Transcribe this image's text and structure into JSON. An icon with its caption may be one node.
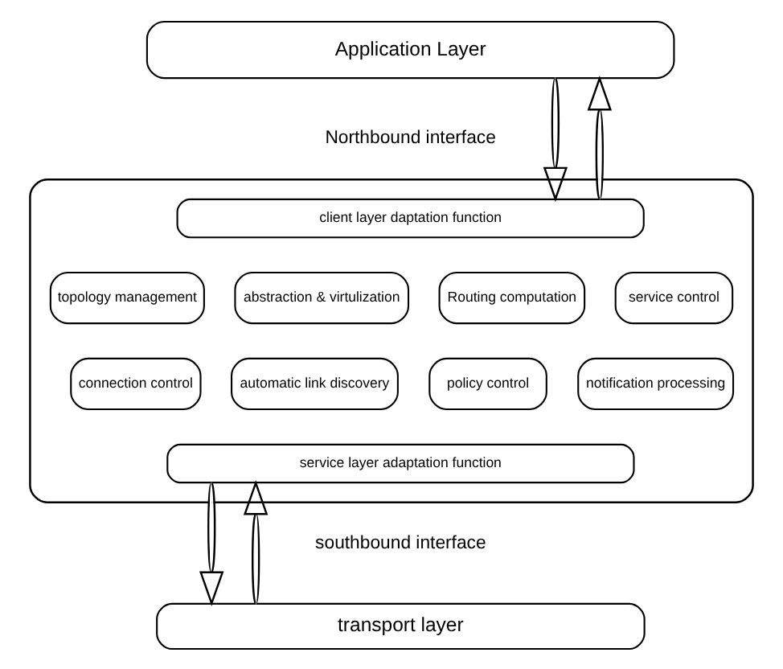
{
  "diagram": {
    "nodes": [
      {
        "text": [
          "Application Layer"
        ]
      },
      {
        "text": [],
        "shape": "box"
      },
      {
        "text": [
          "client layer daptation function"
        ],
        "in": 1
      },
      {
        "text": [
          "topology management"
        ],
        "in": 1
      },
      {
        "text": [
          "abstraction & virtulization"
        ],
        "in": 1
      },
      {
        "text": [
          "Routing computation"
        ],
        "in": 1
      },
      {
        "text": [
          "service control"
        ],
        "in": 1
      },
      {
        "text": [
          "connection control"
        ],
        "in": 1
      },
      {
        "text": [
          "automatic link discovery"
        ],
        "in": 1
      },
      {
        "text": [
          "policy control"
        ],
        "in": 1
      },
      {
        "text": [
          "notification processing"
        ],
        "in": 1
      },
      {
        "text": [
          "service layer adaptation function"
        ],
        "in": 1
      },
      {
        "text": [
          "transport layer"
        ]
      }
    ],
    "edges": [
      {
        "from": 0,
        "to": 2,
        "arrow": "to"
      },
      {
        "from": 2,
        "to": 0,
        "arrow": "to"
      },
      {
        "from": 11,
        "to": 12,
        "arrow": "to"
      },
      {
        "from": 12,
        "to": 11,
        "arrow": "to"
      }
    ],
    "labels": [
      "Northbound interface",
      "southbound interface"
    ]
  }
}
